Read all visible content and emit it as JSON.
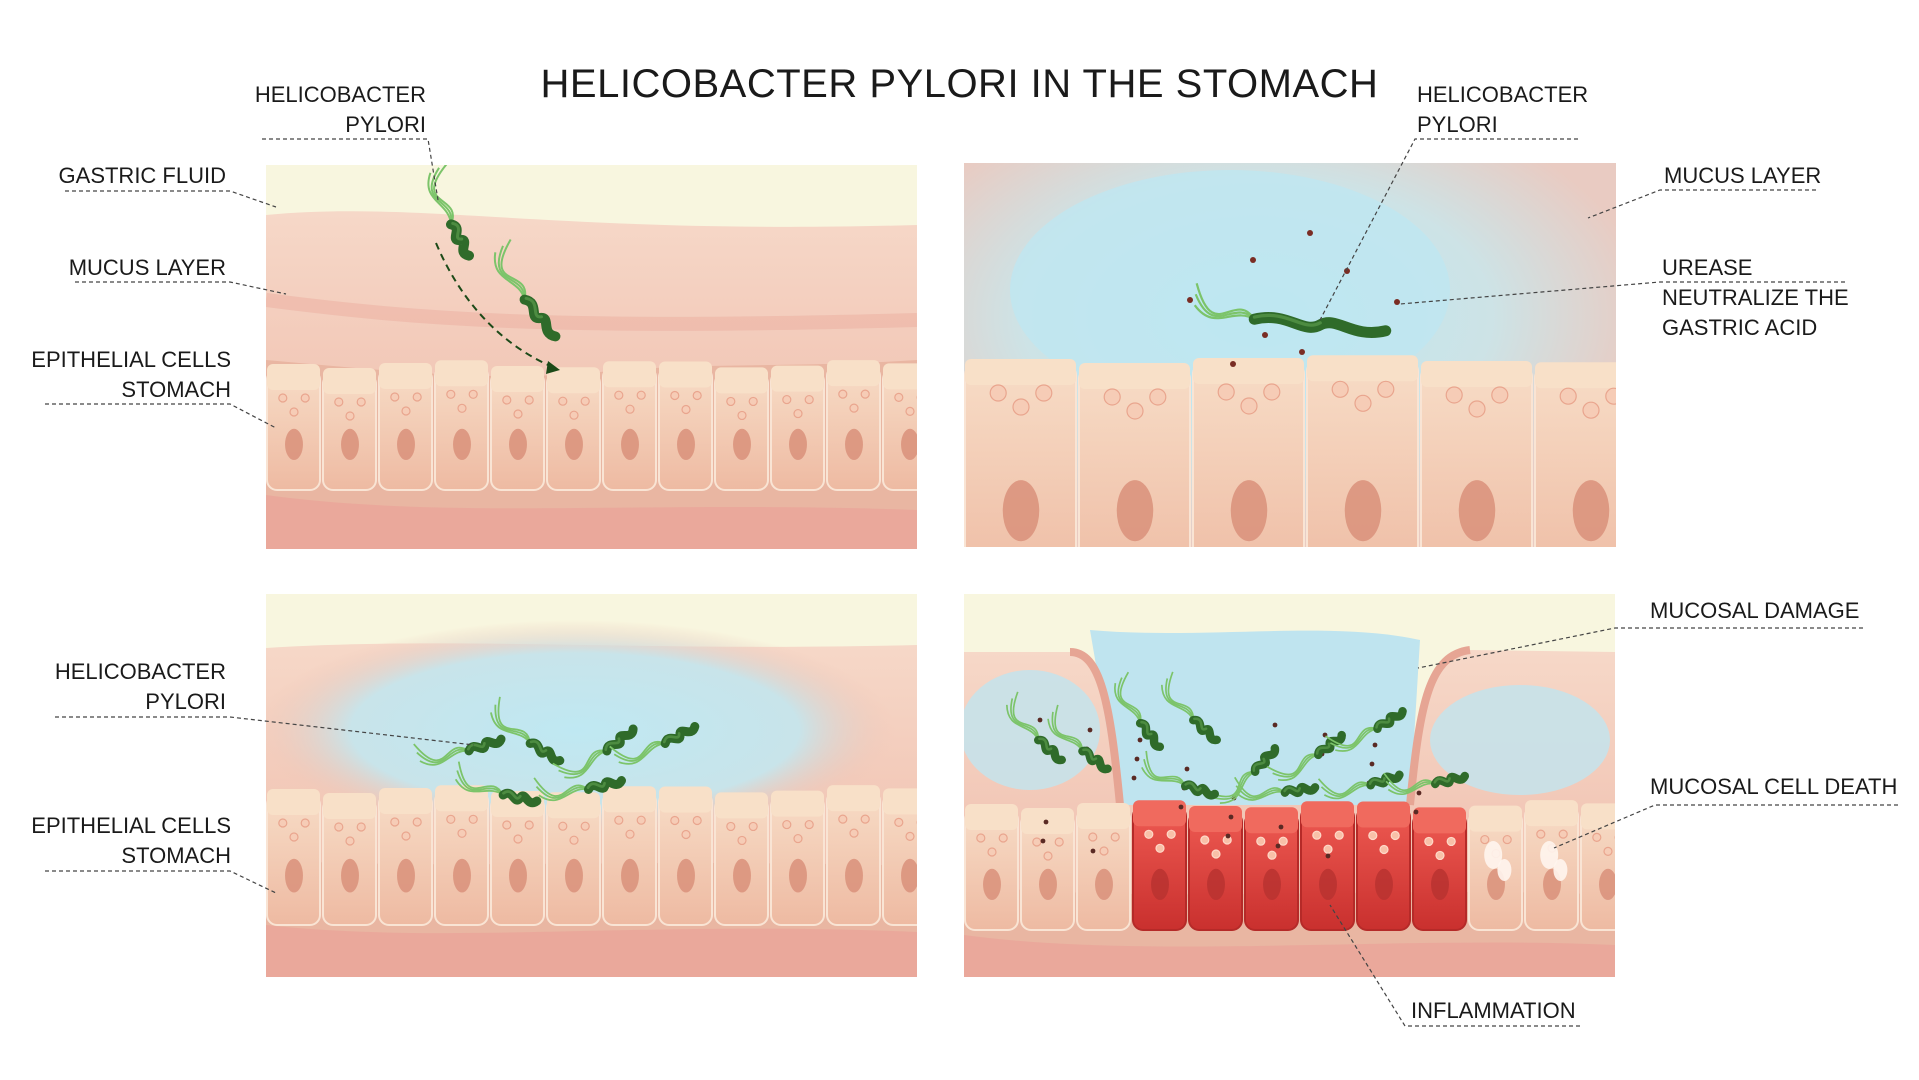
{
  "title": "HELICOBACTER PYLORI IN THE STOMACH",
  "panel_top_left": {
    "labels": {
      "hp_line1": "HELICOBACTER",
      "hp_line2": "PYLORI",
      "gastric_fluid": "GASTRIC FLUID",
      "mucus_layer": "MUCUS LAYER",
      "epi_line1": "EPITHELIAL CELLS",
      "epi_line2": "STOMACH"
    }
  },
  "panel_top_right": {
    "labels": {
      "hp_line1": "HELICOBACTER",
      "hp_line2": "PYLORI",
      "mucus_layer": "MUCUS LAYER",
      "urease_line1": "UREASE",
      "urease_line2": "NEUTRALIZE THE",
      "urease_line3": "GASTRIC ACID"
    }
  },
  "panel_bottom_left": {
    "labels": {
      "hp_line1": "HELICOBACTER",
      "hp_line2": "PYLORI",
      "epi_line1": "EPITHELIAL CELLS",
      "epi_line2": "STOMACH"
    }
  },
  "panel_bottom_right": {
    "labels": {
      "mucosal_damage": "MUCOSAL DAMAGE",
      "mucosal_cell_death": "MUCOSAL CELL DEATH",
      "inflammation": "INFLAMMATION"
    }
  },
  "colors": {
    "gastric_fluid": "#f8f6df",
    "mucus": "#efc3b4",
    "cell_body": "#f2c9b0",
    "cell_top": "#f6dcc4",
    "nucleus": "#d9907a",
    "submucosa": "#e8a99c",
    "bacterium": "#2f6b2a",
    "flagella": "#7cc46a",
    "neutral_zone": "#bfe6ee",
    "inflamed": "#d93a3a",
    "leader_line": "#555555"
  }
}
